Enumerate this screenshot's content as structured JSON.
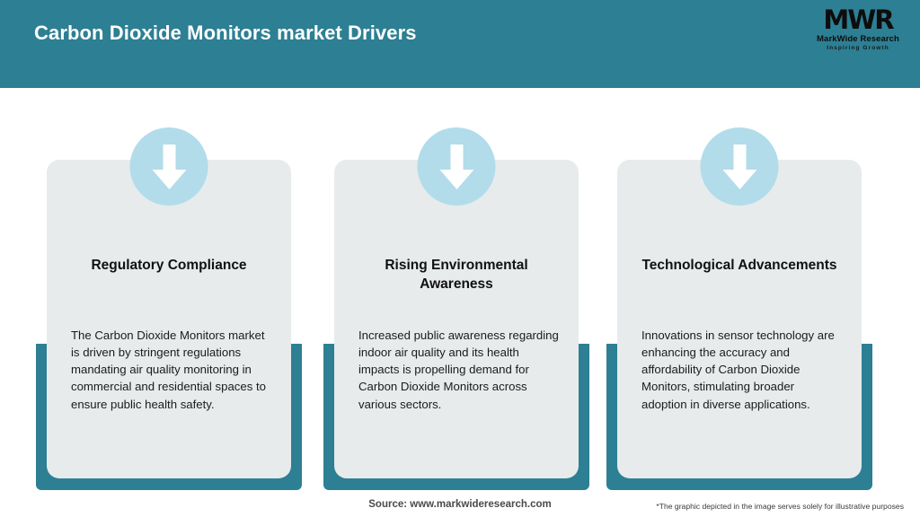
{
  "header": {
    "title": "Carbon Dioxide Monitors market Drivers",
    "bar_color": "#2d7f93",
    "title_color": "#ffffff"
  },
  "logo": {
    "mark": "MWR",
    "name": "MarkWide Research",
    "tagline": "Inspiring Growth"
  },
  "theme": {
    "accent": "#2d7f93",
    "panel": "#e7ebec",
    "icon_circle": "#b2dcea",
    "icon_arrow": "#ffffff"
  },
  "cards": [
    {
      "icon": "arrow-down-icon",
      "title": "Regulatory Compliance",
      "body": "The Carbon Dioxide Monitors market is driven by stringent regulations mandating air quality monitoring in commercial and residential spaces to ensure public health safety."
    },
    {
      "icon": "arrow-down-icon",
      "title": "Rising Environmental Awareness",
      "body": "Increased public awareness regarding indoor air quality and its health impacts is propelling demand for Carbon Dioxide Monitors across various sectors."
    },
    {
      "icon": "arrow-down-icon",
      "title": "Technological Advancements",
      "body": "Innovations in sensor technology are enhancing the accuracy and affordability of Carbon Dioxide Monitors, stimulating broader adoption in diverse applications."
    }
  ],
  "footer": {
    "source": "Source: www.markwideresearch.com",
    "disclaimer": "*The graphic depicted in the image serves solely for illustrative purposes"
  }
}
